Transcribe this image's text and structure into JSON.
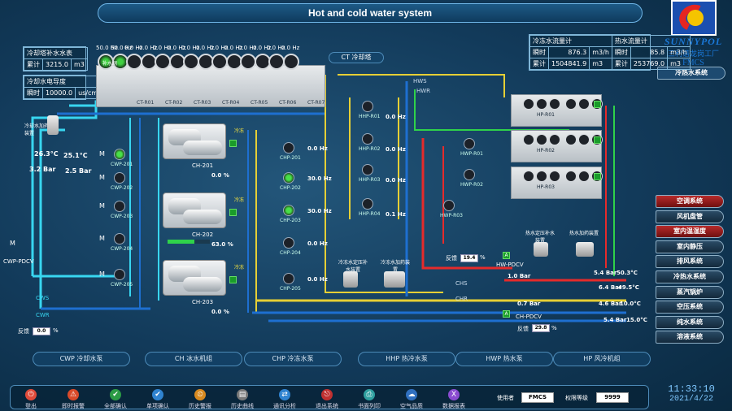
{
  "header": {
    "title": "Hot and cold water system"
  },
  "logo": {
    "brand": "SUNNYPOL",
    "name_cn": "三利谱龙岗工厂",
    "system": "FMCS",
    "subsystem": "冷热水系统"
  },
  "makeup_panel": {
    "title": "冷却塔补水水表",
    "total_label": "累计",
    "total_value": "3215.0",
    "total_unit": "m3",
    "cond_title": "冷却水电导度",
    "instant_label": "瞬时",
    "instant_value": "10000.0",
    "instant_unit": "us/cm"
  },
  "flow_panel": {
    "chilled_title": "冷冻水流量计",
    "hot_title": "热水流量计",
    "instant_label": "瞬时",
    "total_label": "累计",
    "chilled_instant": "876.3",
    "chilled_total": "1504841.9",
    "hot_instant": "85.8",
    "hot_total": "253769.0",
    "unit_flow": "m3/h",
    "unit_total": "m3"
  },
  "ct": {
    "caption": "CT 冷却塔",
    "freq": [
      "50.0 Hz",
      "50.0 Hz",
      "0.0 Hz",
      "0.0 Hz",
      "0.0 Hz",
      "0.0 Hz",
      "0.0 Hz",
      "0.0 Hz",
      "0.0 Hz",
      "0.0 Hz",
      "0.0 Hz",
      "0.0 Hz",
      "0.0 Hz",
      "0.0 Hz"
    ],
    "units": [
      "CT-R01",
      "CT-R02",
      "CT-R03",
      "CT-R04",
      "CT-R05",
      "CT-R06",
      "CT-R07"
    ],
    "makeup_label": "补水阀",
    "water_label": "冷却水加药装置"
  },
  "cooling": {
    "supply_temp": "26.3",
    "return_temp": "25.1",
    "temp_unit": "°C",
    "supply_press": "3.2",
    "return_press": "2.5",
    "press_unit": "Bar",
    "cws": "CWS",
    "cwr": "CWR",
    "cwp_pdcv": "CWP-PDCV",
    "feedback_label": "反馈",
    "feedback_value": "0.0",
    "feedback_unit": "%",
    "pumps": [
      "CWP-201",
      "CWP-202",
      "CWP-203",
      "CWP-204",
      "CWP-205"
    ]
  },
  "chillers": [
    {
      "name": "CH-201",
      "load": "0.0",
      "run": "冷冻"
    },
    {
      "name": "CH-202",
      "load": "63.0",
      "run": "冷冻"
    },
    {
      "name": "CH-203",
      "load": "0.0",
      "run": "冷冻"
    }
  ],
  "chp": {
    "pumps": [
      "CHP-201",
      "CHP-202",
      "CHP-203",
      "CHP-204",
      "CHP-205"
    ],
    "freq": [
      "0.0 Hz",
      "30.0 Hz",
      "30.0 Hz",
      "0.0 Hz",
      "0.0 Hz"
    ],
    "dosing": [
      "冷冻水定压补水装置",
      "冷冻水加药装置"
    ]
  },
  "hhp": {
    "pumps": [
      "HHP-R01",
      "HHP-R02",
      "HHP-R03",
      "HHP-R04"
    ],
    "freq": [
      "0.0 Hz",
      "0.0 Hz",
      "0.0 Hz",
      "0.1 Hz"
    ]
  },
  "hwp": {
    "pumps": [
      "HWP-R01",
      "HWP-R02",
      "HWP-R03"
    ],
    "pdcv": "HW-PDCV",
    "feedback_label": "反馈",
    "feedback_value": "19.4",
    "feedback_unit": "%",
    "pressure": "1.0 Bar"
  },
  "hp": {
    "units": [
      "HP-R01",
      "HP-R02",
      "HP-R03"
    ],
    "dosing": [
      "热水定压补水装置",
      "热水加药装置"
    ]
  },
  "main_pipes": {
    "hws": "HWS",
    "hwr": "HWR",
    "chs": "CHS",
    "chr": "CHR",
    "hws_press": "5.4 Bar",
    "hws_temp": "50.3",
    "hwr_press": "6.4 Bar",
    "hwr_temp": "49.5",
    "chs_press": "0.7 Bar",
    "chs_temp": "10.0",
    "chr_press": "4.6 Bar",
    "chr_temp": "",
    "chs2_press": "5.4 Bar",
    "chs2_temp": "15.0",
    "ch_pdcv": "CH-PDCV",
    "ch_feedback": "29.8",
    "ch_feedback_label": "反馈",
    "ch_feedback_unit": "%",
    "temp_unit": "°C"
  },
  "sections": [
    "CWP 冷却水泵",
    "CH 冰水机组",
    "CHP 冷冻水泵",
    "HHP 热冷水泵",
    "HWP 热水泵",
    "HP 风冷机组"
  ],
  "menu": [
    "空调系统",
    "风机盘管",
    "室内温湿度",
    "室内静压",
    "排风系统",
    "冷热水系统",
    "蒸汽锅炉",
    "空压系统",
    "纯水系统",
    "溶液系统"
  ],
  "toolbar": {
    "items": [
      "登出",
      "即时报警",
      "全部确认",
      "单项确认",
      "历史警报",
      "历史曲线",
      "通讯分析",
      "退出系统",
      "书面列印",
      "空气品质",
      "数据报表"
    ],
    "user_label": "使用者",
    "user_value": "FMCS",
    "level_label": "权限等级",
    "level_value": "9999"
  },
  "clock": {
    "time": "11:33:10",
    "date": "2021/4/22"
  },
  "colors": {
    "hot": "#e52b2b",
    "cold": "#1e6fd0",
    "cooling": "#38d6f0",
    "yellow": "#e6cf35",
    "green": "#2fd24a"
  }
}
